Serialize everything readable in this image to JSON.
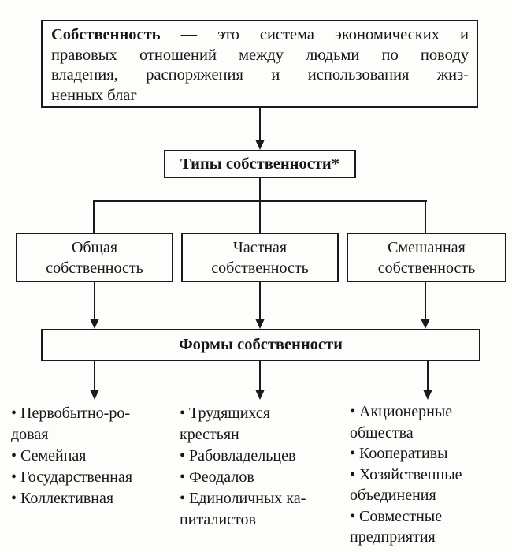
{
  "colors": {
    "ink": "#1a1a1a",
    "paper": "#fdfdfb"
  },
  "definition_box": {
    "term": "Собственность",
    "line1_rest": " — это система экономических и",
    "line2": "правовых отношений между людьми по поводу",
    "line3": "владения, распоряжения и использования жиз-",
    "line4": "ненных благ"
  },
  "types_box": {
    "label": "Типы собственности*"
  },
  "type_boxes": [
    {
      "label": "Общая собственность",
      "lines": [
        "Общая",
        "собственность"
      ]
    },
    {
      "label": "Частная собственность",
      "lines": [
        "Частная",
        "собственность"
      ]
    },
    {
      "label": "Смешанная собственность",
      "lines": [
        "Смешанная",
        "собственность"
      ]
    }
  ],
  "forms_box": {
    "label": "Формы собственности"
  },
  "forms_lists": [
    {
      "items": [
        "Первобытно-родовая",
        "Семейная",
        "Государственная",
        "Коллективная"
      ],
      "lines": [
        "• Первобытно-ро-",
        "довая",
        "• Семейная",
        "• Государственная",
        "• Коллективная"
      ]
    },
    {
      "items": [
        "Трудящихся крестьян",
        "Рабовладельцев",
        "Феодалов",
        "Единоличных капиталистов"
      ],
      "lines": [
        "• Трудящихся",
        "крестьян",
        "• Рабовладельцев",
        "• Феодалов",
        "• Единоличных ка-",
        "питалистов"
      ]
    },
    {
      "items": [
        "Акционерные общества",
        "Кооперативы",
        "Хозяйственные объединения",
        "Совместные предприятия"
      ],
      "lines": [
        "• Акционерные",
        "общества",
        "• Кооперативы",
        "• Хозяйственные",
        "объединения",
        "• Совместные",
        "предприятия"
      ]
    }
  ]
}
